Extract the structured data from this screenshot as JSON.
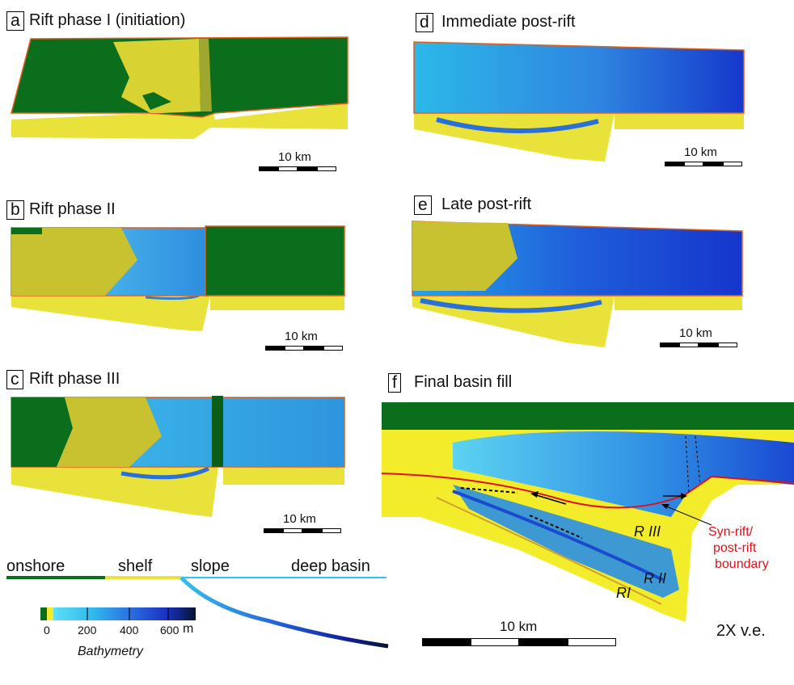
{
  "panels": [
    {
      "letter": "a",
      "title": "Rift phase I (initiation)"
    },
    {
      "letter": "b",
      "title": "Rift phase II"
    },
    {
      "letter": "c",
      "title": "Rift phase III"
    },
    {
      "letter": "d",
      "title": "Immediate post-rift"
    },
    {
      "letter": "e",
      "title": "Late post-rift"
    },
    {
      "letter": "f",
      "title": "Final basin fill"
    }
  ],
  "scale_label": "10 km",
  "profile_labels": {
    "onshore": "onshore",
    "shelf": "shelf",
    "slope": "slope",
    "deep_basin": "deep basin"
  },
  "colorbar": {
    "ticks": [
      "0",
      "200",
      "400",
      "600"
    ],
    "unit": "m",
    "caption": "Bathymetry"
  },
  "annotations": {
    "r1": "RI",
    "r2": "R II",
    "r3": "R III",
    "boundary_line1": "Syn-rift/",
    "boundary_line2": "post-rift",
    "boundary_line3": "boundary",
    "ve": "2X v.e."
  },
  "colors": {
    "land": "#0b6e1c",
    "sediment": "#f3ec2a",
    "shallow": "#35c6f0",
    "deep": "#1030c8",
    "boundary": "#e0101a"
  }
}
